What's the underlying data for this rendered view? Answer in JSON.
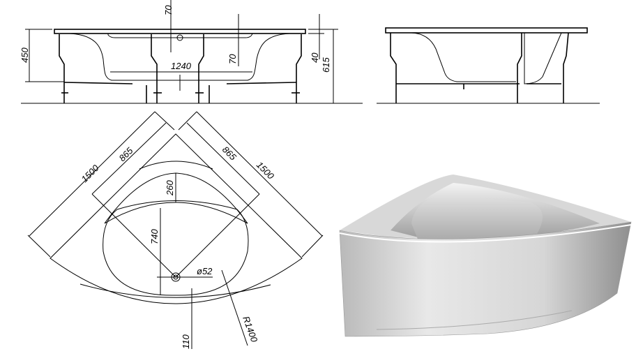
{
  "drawing": {
    "front_view": {
      "depth_top": "70",
      "height_450": "450",
      "width_1240": "1240",
      "depth_inner": "70",
      "rim_40": "40",
      "total_615": "615"
    },
    "top_view": {
      "side_left": "1500",
      "inner_left": "865",
      "inner_right": "865",
      "side_right": "1500",
      "seat_260": "260",
      "bowl_740": "740",
      "drain": "ø52",
      "radius": "R1400",
      "front_110": "110"
    },
    "colors": {
      "line": "#000000",
      "render_light": "#f2f2f2",
      "render_dark": "#8c8c8c"
    }
  }
}
